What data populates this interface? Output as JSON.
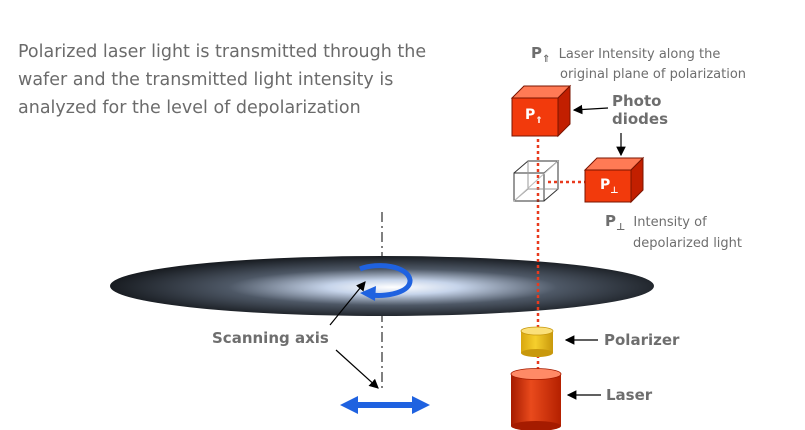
{
  "description": {
    "lines": [
      "Polarized laser light is transmitted through the",
      "wafer and the transmitted light intensity is",
      "analyzed for the level of depolarization"
    ]
  },
  "detector_parallel": {
    "symbol": "P",
    "subscript": "⇑",
    "note_line1": "Laser Intensity along the",
    "note_line2": "original plane of polarization"
  },
  "detector_perpendicular": {
    "symbol": "P",
    "subscript": "⊥",
    "note_line1": "Intensity of",
    "note_line2": "depolarized light"
  },
  "photo_diodes": {
    "line1": "Photo",
    "line2": "diodes"
  },
  "labels": {
    "scanning_axis": "Scanning axis",
    "polarizer": "Polarizer",
    "laser": "Laser"
  },
  "colors": {
    "diode_front": "#f23a0c",
    "diode_side": "#c21f00",
    "diode_top": "#ff7a55",
    "beam": "#e83a1e",
    "laser_body": "#e23c12",
    "polarizer": "#f2c51c",
    "arrow_blue": "#1f62e0",
    "text_gray": "#6e6e6e"
  }
}
